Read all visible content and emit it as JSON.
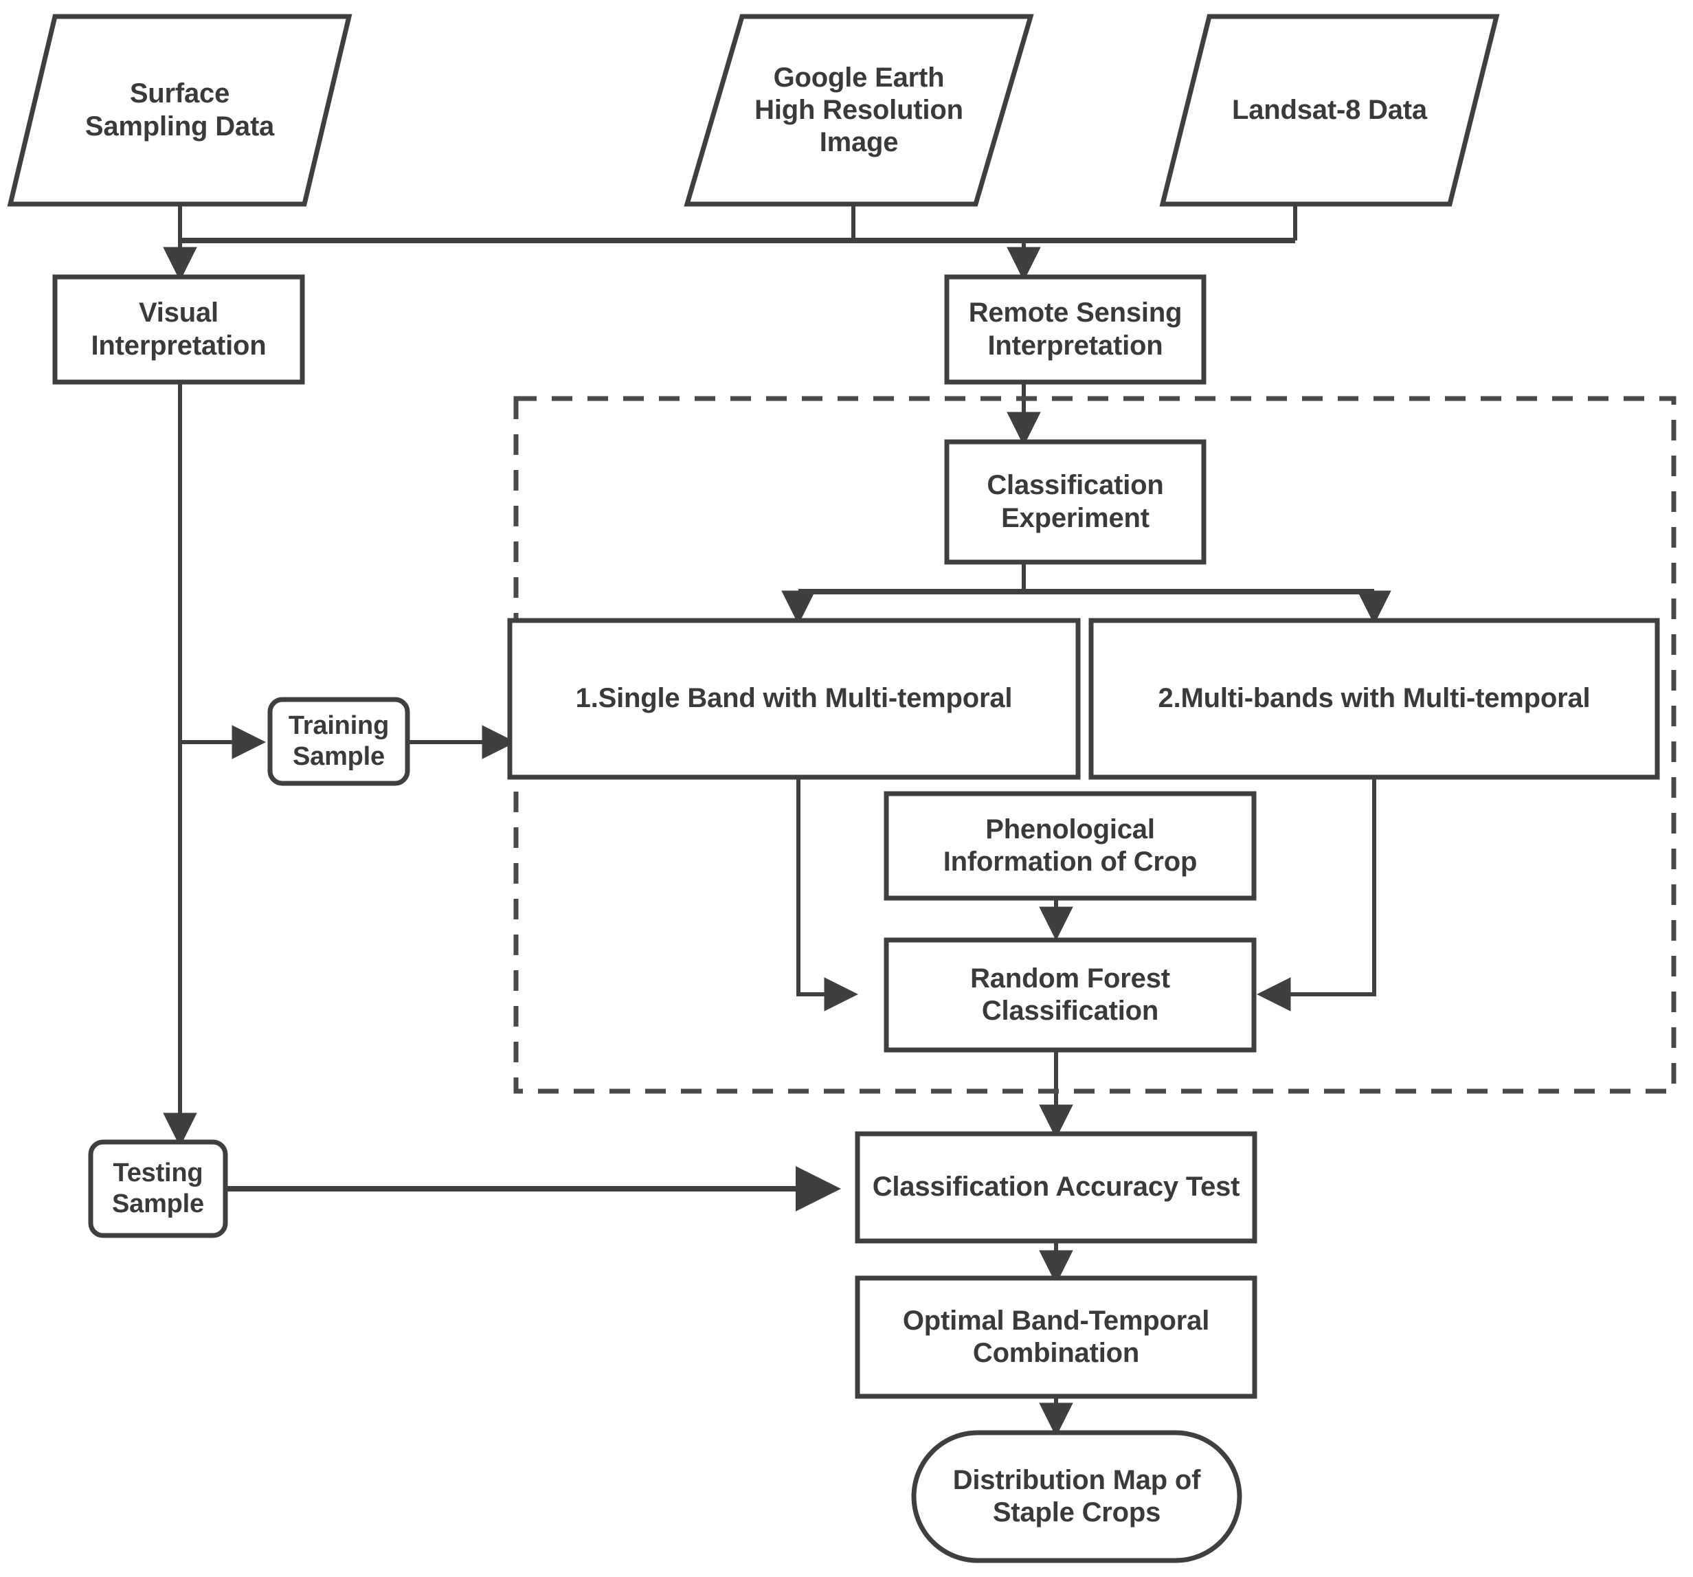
{
  "diagram": {
    "title": "Staple Crop Classification Workflow",
    "colors": {
      "stroke": "#3f3f3f",
      "text": "#3a3a3a",
      "fill": "#ffffff",
      "dashed_group_stroke": "#4a4a4a"
    },
    "nodes": {
      "surface_sampling_data": {
        "label": "Surface\nSampling Data",
        "shape": "parallelogram"
      },
      "google_earth_image": {
        "label": "Google Earth\nHigh Resolution\nImage",
        "shape": "parallelogram"
      },
      "landsat8_data": {
        "label": "Landsat-8 Data",
        "shape": "parallelogram"
      },
      "visual_interpretation": {
        "label": "Visual\nInterpretation",
        "shape": "rect"
      },
      "remote_sensing_interpretation": {
        "label": "Remote Sensing\nInterpretation",
        "shape": "rect"
      },
      "classification_experiment": {
        "label": "Classification\nExperiment",
        "shape": "rect"
      },
      "training_sample": {
        "label": "Training\nSample",
        "shape": "rounded-rect"
      },
      "testing_sample": {
        "label": "Testing\nSample",
        "shape": "rounded-rect"
      },
      "single_band_multitemporal": {
        "label": "1.Single Band with Multi-temporal",
        "shape": "rect"
      },
      "multi_bands_multitemporal": {
        "label": "2.Multi-bands with Multi-temporal",
        "shape": "rect"
      },
      "phenological_information": {
        "label": "Phenological\nInformation of Crop",
        "shape": "rect"
      },
      "random_forest_classification": {
        "label": "Random Forest\nClassification",
        "shape": "rect"
      },
      "classification_accuracy_test": {
        "label": "Classification Accuracy Test",
        "shape": "rect"
      },
      "optimal_band_temporal": {
        "label": "Optimal Band-Temporal\nCombination",
        "shape": "rect"
      },
      "distribution_map": {
        "label": "Distribution Map of\nStaple Crops",
        "shape": "stadium"
      }
    },
    "group": {
      "name": "classification-experiment-group",
      "style": "dashed"
    },
    "edges": [
      {
        "from": "surface_sampling_data",
        "to": "visual_interpretation"
      },
      {
        "from": "google_earth_image",
        "to": "remote_sensing_interpretation"
      },
      {
        "from": "landsat8_data",
        "to": "remote_sensing_interpretation"
      },
      {
        "from": "visual_interpretation",
        "to": "training_sample"
      },
      {
        "from": "visual_interpretation",
        "to": "testing_sample"
      },
      {
        "from": "remote_sensing_interpretation",
        "to": "classification_experiment"
      },
      {
        "from": "classification_experiment",
        "to": "single_band_multitemporal"
      },
      {
        "from": "classification_experiment",
        "to": "multi_bands_multitemporal"
      },
      {
        "from": "training_sample",
        "to": "single_band_multitemporal"
      },
      {
        "from": "single_band_multitemporal",
        "to": "random_forest_classification"
      },
      {
        "from": "multi_bands_multitemporal",
        "to": "random_forest_classification"
      },
      {
        "from": "phenological_information",
        "to": "random_forest_classification"
      },
      {
        "from": "random_forest_classification",
        "to": "classification_accuracy_test"
      },
      {
        "from": "testing_sample",
        "to": "classification_accuracy_test"
      },
      {
        "from": "classification_accuracy_test",
        "to": "optimal_band_temporal"
      },
      {
        "from": "optimal_band_temporal",
        "to": "distribution_map"
      }
    ]
  }
}
